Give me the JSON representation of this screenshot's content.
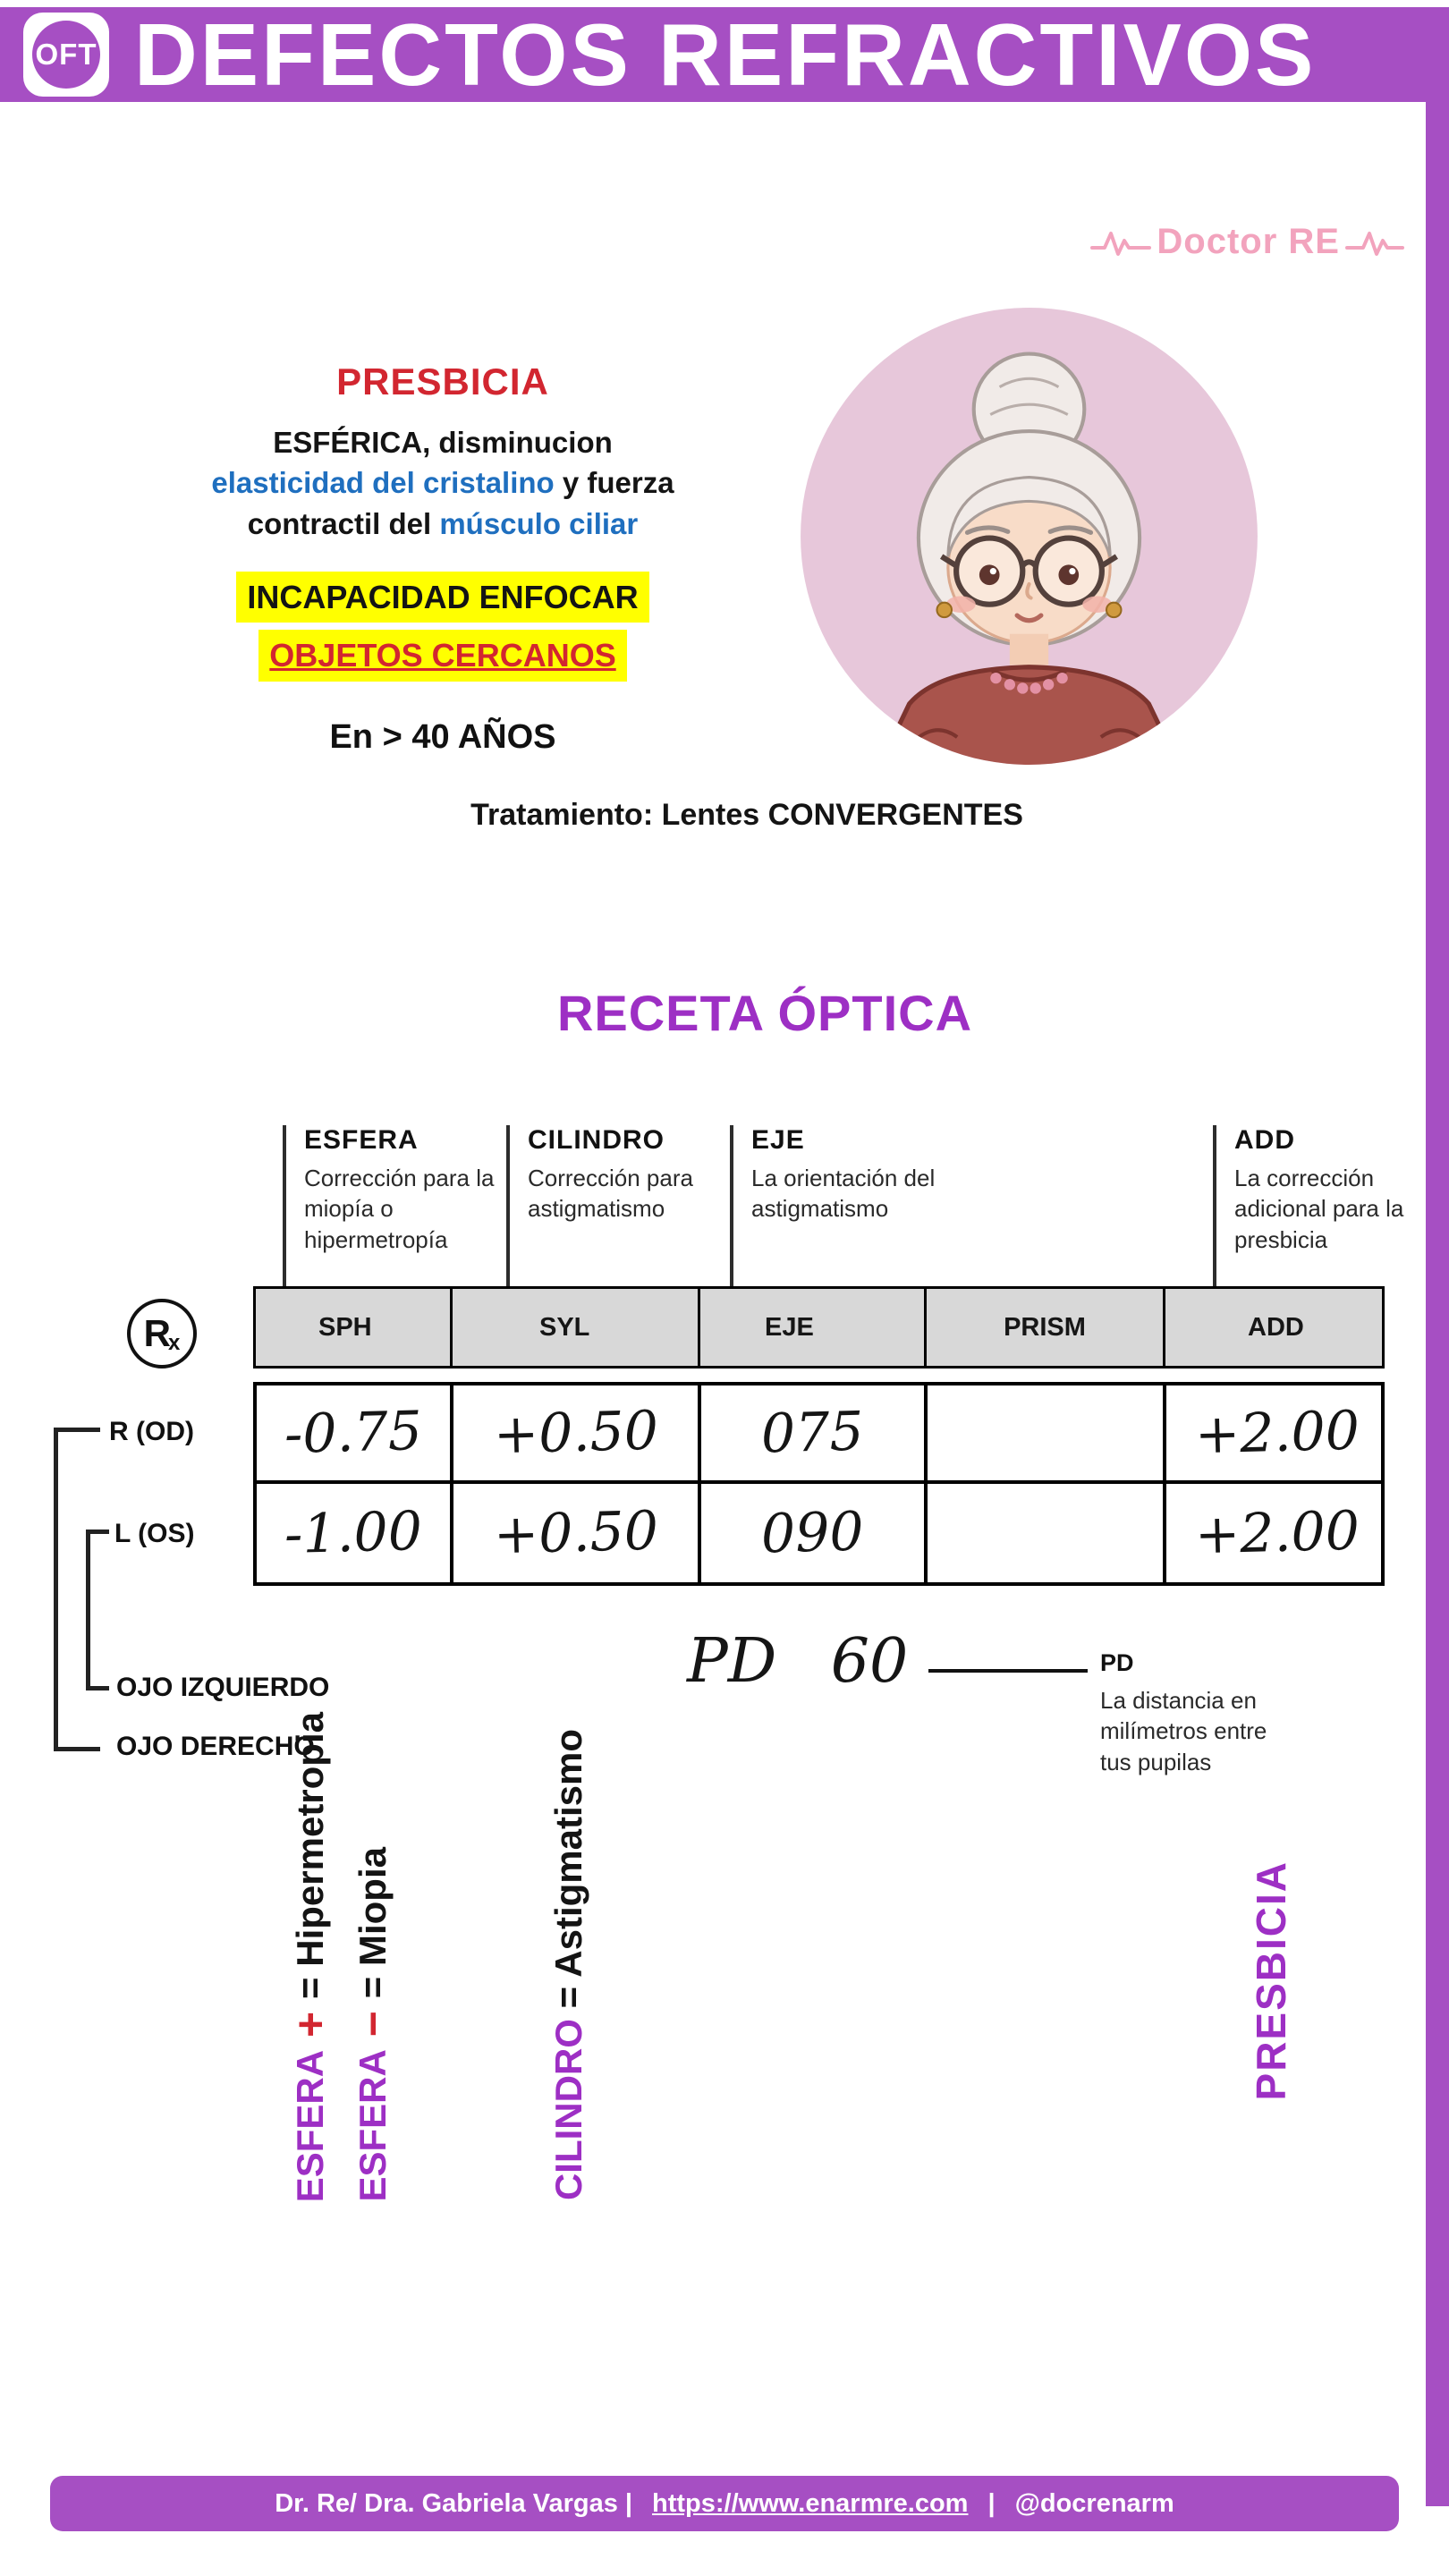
{
  "header": {
    "badge": "OFT",
    "title": "DEFECTOS REFRACTIVOS"
  },
  "brand": {
    "name": "Doctor RE"
  },
  "presbicia": {
    "title": "PRESBICIA",
    "line1_bold": "ESFÉRICA,",
    "line1_rest": " disminucion",
    "line2_blue": "elasticidad del cristalino",
    "line2_rest": " y fuerza",
    "line3_pre": "contractil del ",
    "line3_blue": "músculo ciliar",
    "highlight1": "INCAPACIDAD ENFOCAR",
    "highlight2": "OBJETOS CERCANOS",
    "age": "En > 40 AÑOS",
    "treatment": "Tratamiento: Lentes CONVERGENTES"
  },
  "receta": {
    "title": "RECETA ÓPTICA",
    "annotations": [
      {
        "term": "ESFERA",
        "desc": "Corrección para la miopía o hipermetropía"
      },
      {
        "term": "CILINDRO",
        "desc": "Corrección para astigmatismo"
      },
      {
        "term": "EJE",
        "desc": "La orientación del astigmatismo"
      },
      {
        "term": "ADD",
        "desc": "La corrección adicional para la presbicia"
      }
    ],
    "rx": {
      "r": "R",
      "x": "x"
    },
    "table": {
      "headers": [
        "SPH",
        "SYL",
        "EJE",
        "PRISM",
        "ADD"
      ],
      "rows": [
        {
          "label": "R (OD)",
          "values": [
            "-0.75",
            "+0.50",
            "075",
            "",
            "+2.00"
          ]
        },
        {
          "label": "L (OS)",
          "values": [
            "-1.00",
            "+0.50",
            "090",
            "",
            "+2.00"
          ]
        }
      ]
    },
    "eye_labels": [
      "OJO IZQUIERDO",
      "OJO DERECHO"
    ],
    "pd": {
      "hand": "PD",
      "value": "60",
      "label": "PD",
      "desc": "La distancia en milímetros entre tus pupilas"
    }
  },
  "legend": {
    "esfera_plus": {
      "term": "ESFERA",
      "sign": " + ",
      "rest": "= Hipermetropia"
    },
    "esfera_minus": {
      "term": "ESFERA",
      "sign": " − ",
      "rest": "= Miopia"
    },
    "cilindro": {
      "term": "CILINDRO",
      "rest": " = Astigmatismo"
    },
    "presbicia": "PRESBICIA"
  },
  "footer": {
    "author": "Dr. Re/ Dra. Gabriela Vargas |",
    "url": "https://www.enarmre.com",
    "sep": "|",
    "handle": "@docrenarm"
  },
  "colors": {
    "purple": "#A64FC3",
    "accent_purple": "#9D2FC4",
    "red": "#D22630",
    "blue": "#1F6FBF",
    "highlight_yellow": "#FFFF00",
    "brand_pink": "#F2A3BD",
    "table_header_gray": "#D8D8D8"
  }
}
